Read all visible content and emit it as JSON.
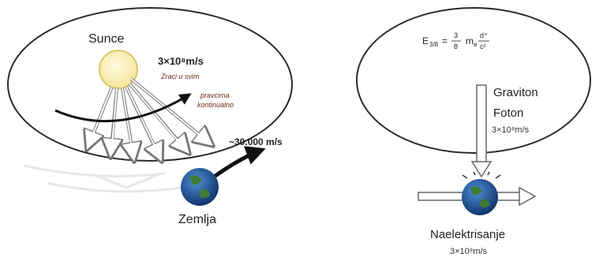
{
  "left_panel": {
    "sun_label": "Sunce",
    "earth_label": "Zemlja",
    "light_speed": "3×10⁸m/s",
    "ray_note_line1": "Zraci u svim",
    "ray_note_line2": "pravcima",
    "ray_note_line3": "kontinualno",
    "earth_speed": "~30.000 m/s"
  },
  "right_panel": {
    "formula_lhs": "E",
    "formula_sub": "3/8",
    "formula_eq": "=",
    "formula_frac_num": "3",
    "formula_frac_den": "8",
    "formula_m": "m",
    "formula_m_sub": "e",
    "formula_d_num": "d⁺",
    "formula_d_den": "c²",
    "graviton_label": "Graviton",
    "foton_label": "Foton",
    "graviton_speed": "3×10⁸m/s",
    "charge_label": "Naelektrisanje",
    "charge_speed": "3×10⁸m/s"
  },
  "colors": {
    "orbit": "#2b2b2b",
    "sun_fill": "#fff6c2",
    "sun_stroke": "#d9c66a",
    "arrow_dark": "#111111",
    "text_dark": "#222222",
    "text_brown": "#6b2a1a",
    "earth_ocean": "#1f5fa8",
    "earth_land": "#3f7b34"
  },
  "icons": [
    "sun-icon",
    "earth-icon",
    "earth-icon"
  ]
}
